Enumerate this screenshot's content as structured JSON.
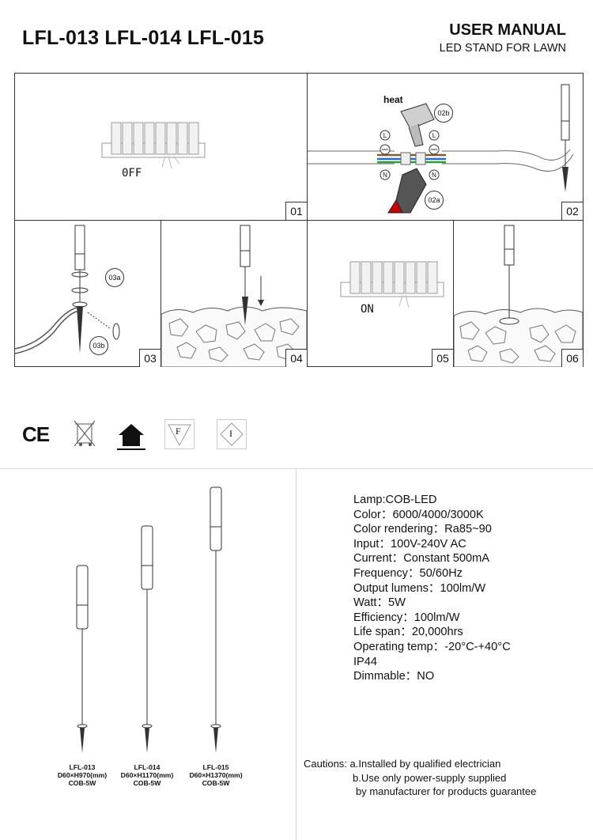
{
  "header": {
    "models": "LFL-013 LFL-014 LFL-015",
    "manual_title": "USER MANUAL",
    "manual_subtitle": "LED STAND FOR LAWN"
  },
  "steps": [
    {
      "number": "01",
      "switch_label": "0FF"
    },
    {
      "number": "02",
      "heat_label": "heat",
      "callout_a": "02a",
      "callout_b": "02b",
      "wire_labels": [
        "L",
        "N"
      ]
    },
    {
      "number": "03",
      "callout_a": "03a",
      "callout_b": "03b"
    },
    {
      "number": "04"
    },
    {
      "number": "05",
      "switch_label": "ON"
    },
    {
      "number": "06"
    }
  ],
  "marks": [
    {
      "name": "ce-mark",
      "text": "CE"
    },
    {
      "name": "weee-bin-icon"
    },
    {
      "name": "class-iii-house-icon"
    },
    {
      "name": "f-mark",
      "text": "F"
    },
    {
      "name": "i-mark",
      "text": "I"
    }
  ],
  "products": [
    {
      "model": "LFL-013",
      "size": "D60×H970(mm)",
      "power": "COB-5W"
    },
    {
      "model": "LFL-014",
      "size": "D60×H1170(mm)",
      "power": "COB-5W"
    },
    {
      "model": "LFL-015",
      "size": "D60×H1370(mm)",
      "power": "COB-5W"
    }
  ],
  "specs": [
    "Lamp:COB-LED",
    "Color：6000/4000/3000K",
    "Color rendering：Ra85~90",
    "Input：100V-240V AC",
    "Current：Constant 500mA",
    "Frequency：50/60Hz",
    "Output lumens：100lm/W",
    "Watt：5W",
    "Efficiency：100lm/W",
    "Life span：20,000hrs",
    "Operating temp：-20°C-+40°C",
    "IP44",
    "Dimmable：NO"
  ],
  "cautions": [
    "Cautions: a.Installed by qualified electrician",
    "b.Use only power-supply supplied",
    "by manufacturer for products guarantee"
  ],
  "colors": {
    "line": "#333333",
    "wire_brown": "#8b5a2b",
    "wire_blue": "#1f6fd1",
    "wire_green": "#2e9e3a"
  }
}
